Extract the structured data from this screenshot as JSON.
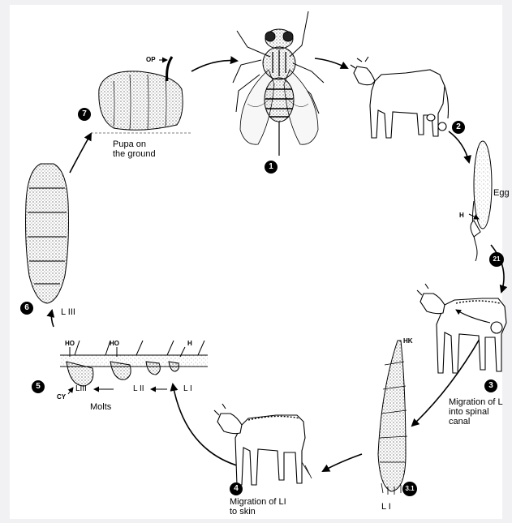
{
  "diagram": {
    "steps": {
      "s1": "1",
      "s2": "2",
      "s21": "21",
      "s3": "3",
      "s31": "3.1",
      "s4": "4",
      "s5": "5",
      "s6": "6",
      "s7": "7"
    },
    "captions": {
      "pupa": "Pupa on\nthe ground",
      "egg": "Egg",
      "migration_spinal": "Migration of L\ninto spinal\ncanal",
      "migration_skin": "Migration of LI\nto skin",
      "molts": "Molts",
      "l_one": "L I",
      "l_three": "L III"
    },
    "tags": {
      "op": "OP",
      "h_egg": "H",
      "hk": "HK",
      "ho1": "HO",
      "ho2": "HO",
      "h_skin": "H",
      "cy": "CY",
      "lIII": "LIII",
      "lII": "L II",
      "lI": "L I"
    }
  }
}
